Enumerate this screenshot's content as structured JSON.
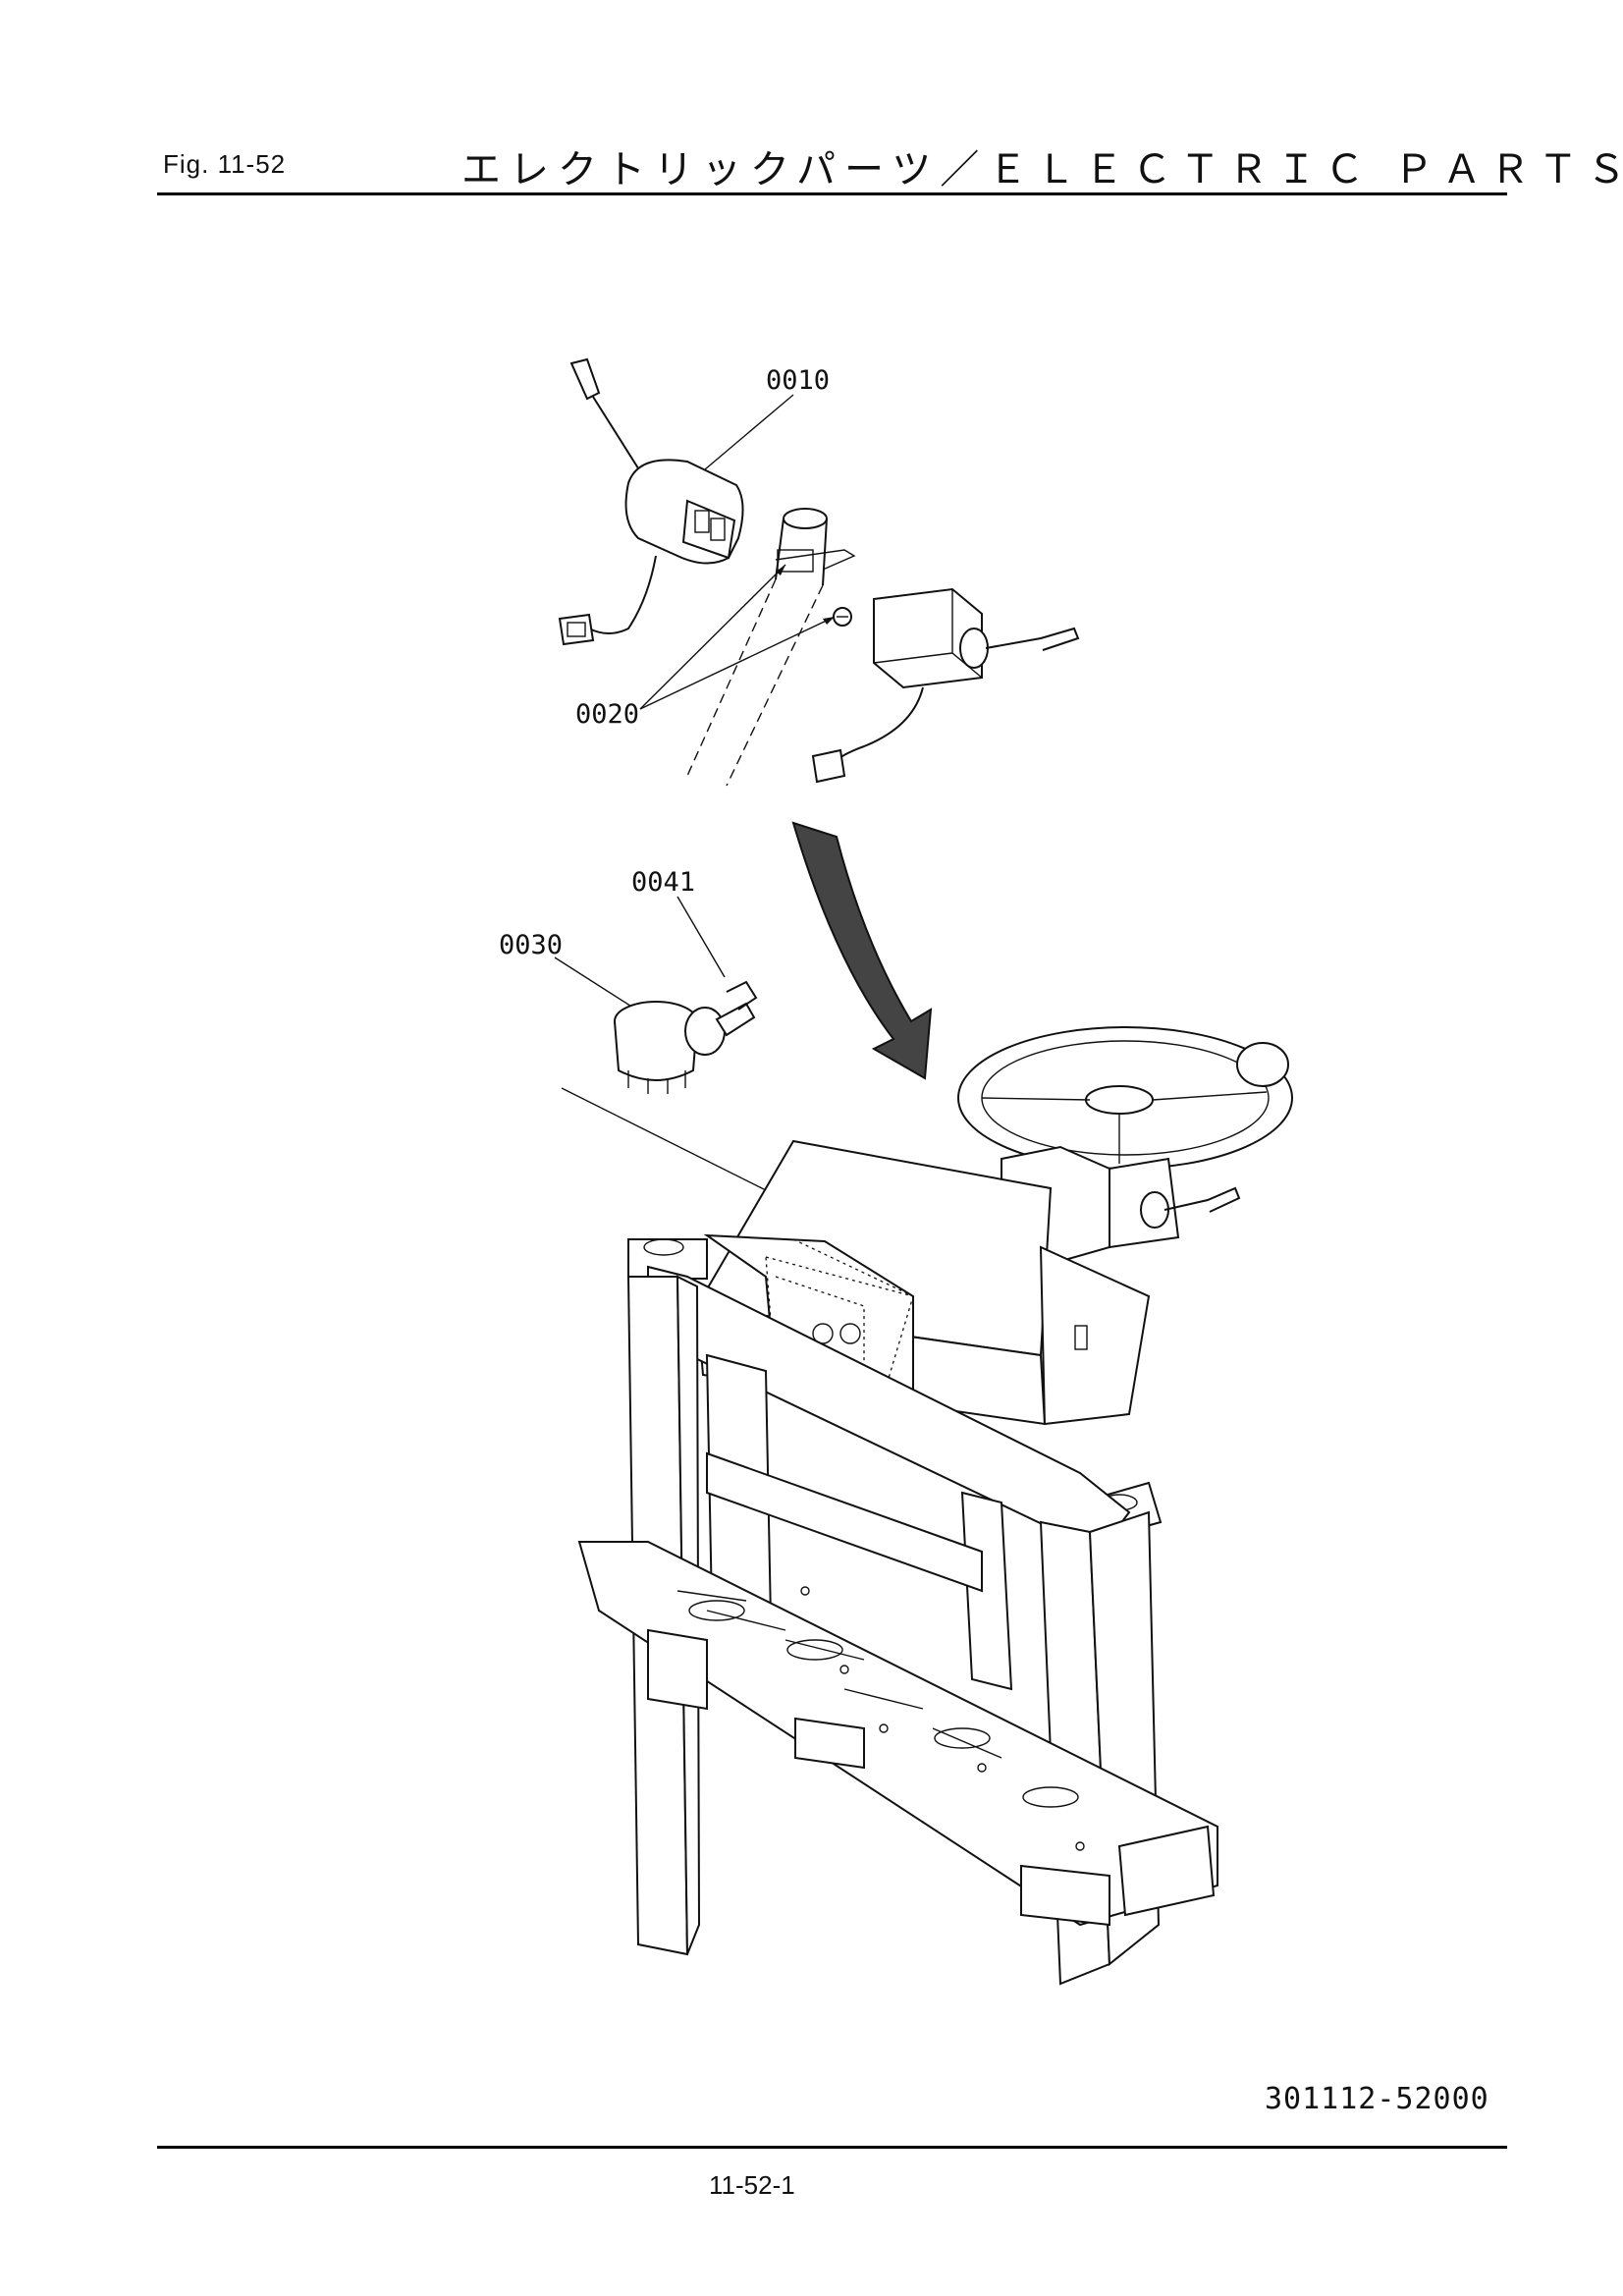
{
  "header": {
    "fig_label": "Fig.  11-52",
    "title": "エレクトリックパーツ／ＥＬＥＣＴＲＩＣ ＰＡＲＴＳ"
  },
  "callouts": [
    "0010",
    "0020",
    "0041",
    "0030"
  ],
  "footer": {
    "doc_code": "301112-52000",
    "page_number": "11-52-1"
  }
}
